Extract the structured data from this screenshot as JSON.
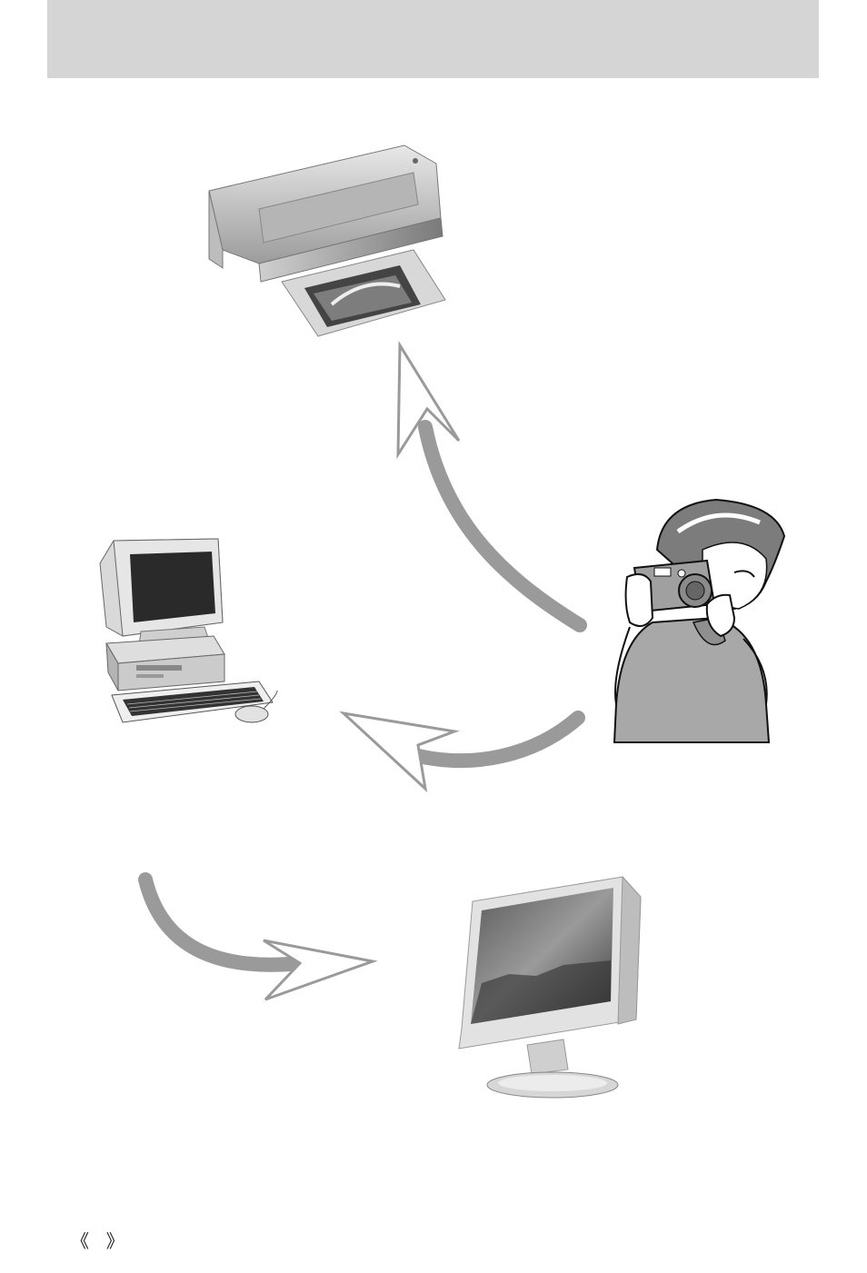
{
  "header": {
    "title": ""
  },
  "illustrations": {
    "printer": "printer-illustration",
    "computer": "desktop-computer-illustration",
    "camera_user": "person-with-camera-illustration",
    "monitor": "lcd-monitor-illustration"
  },
  "arrows": {
    "camera_to_printer": "arrow-camera-to-printer",
    "camera_to_computer": "arrow-camera-to-computer",
    "computer_to_monitor": "arrow-computer-to-monitor"
  },
  "colors": {
    "header_band": "#d5d5d5",
    "arrow": "#9a9a9a"
  },
  "footer": {
    "open_mark": "《",
    "page_number": "",
    "close_mark": "》"
  }
}
